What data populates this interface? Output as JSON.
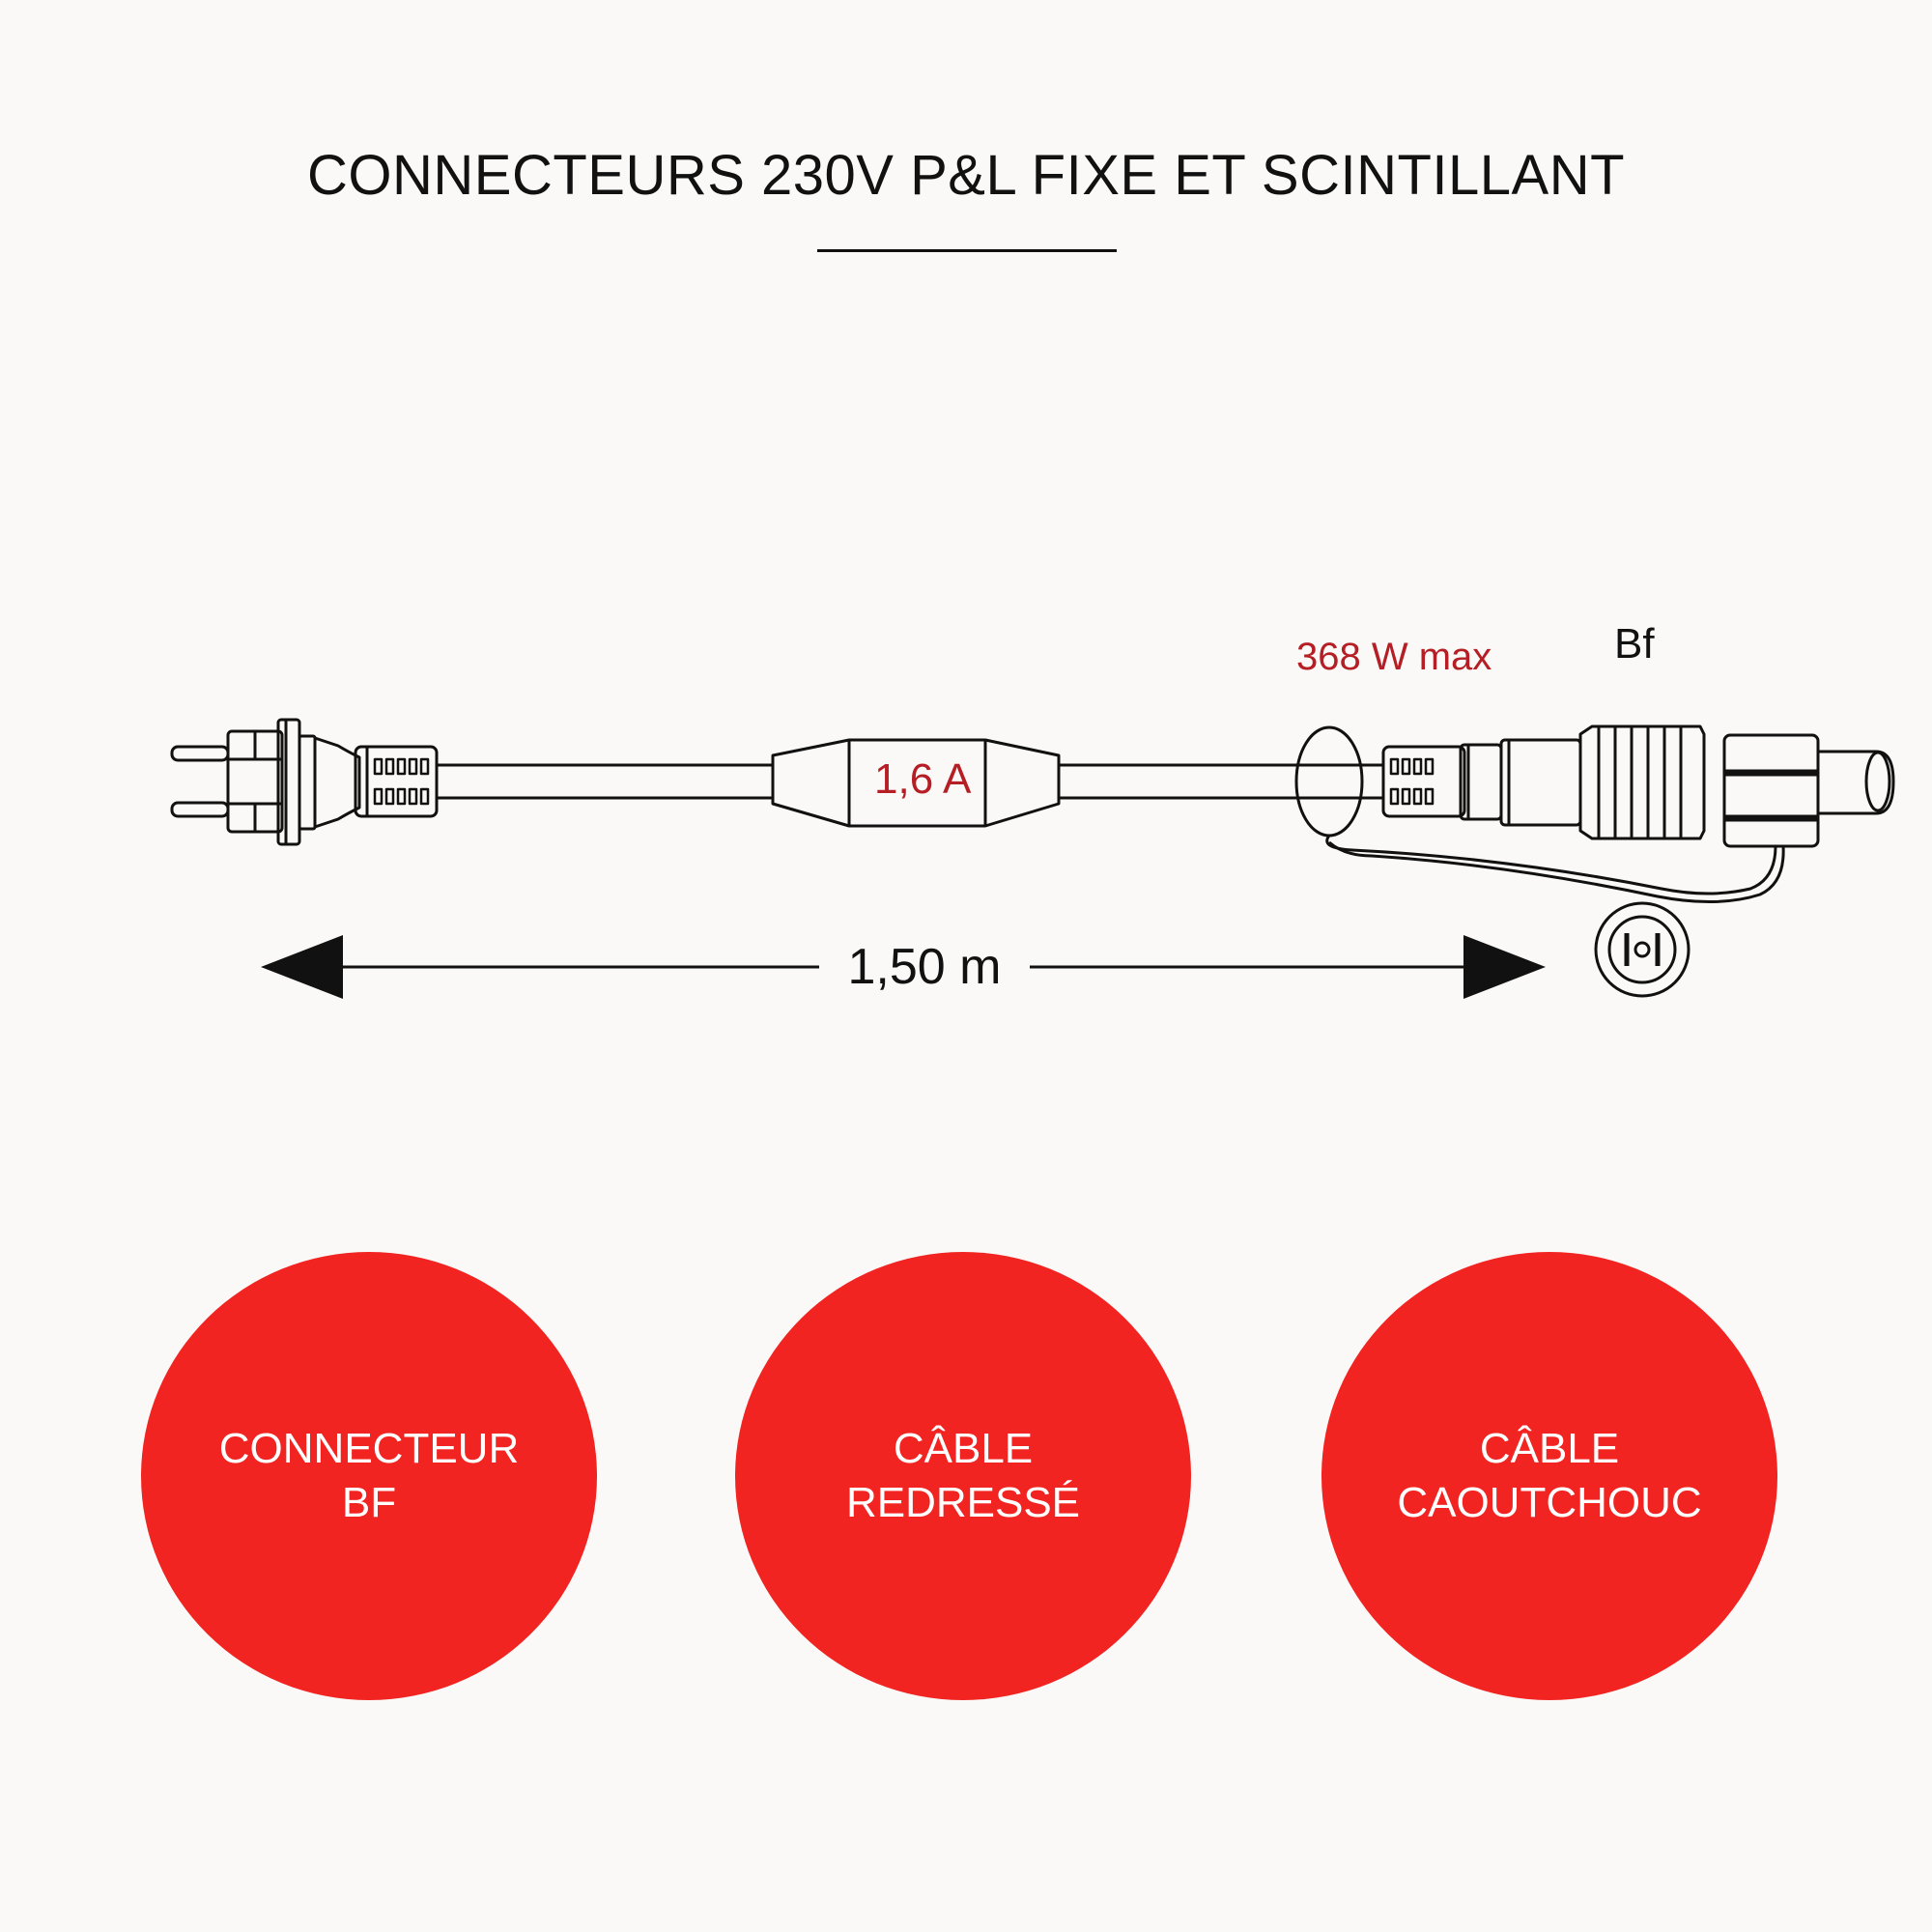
{
  "title": "CONNECTEURS 230V P&L FIXE ET SCINTILLANT",
  "fuse_label": "1,6 A",
  "power_label": "368 W max",
  "connector_label": "Bf",
  "length_label": "1,50 m",
  "features": [
    {
      "line1": "CONNECTEUR",
      "line2": "BF"
    },
    {
      "line1": "CÂBLE",
      "line2": "REDRESSÉ"
    },
    {
      "line1": "CÂBLE",
      "line2": "CAOUTCHOUC"
    }
  ],
  "colors": {
    "accent_red": "#f12421",
    "label_red": "#b51e24",
    "line": "#111111",
    "background": "#faf9f7"
  }
}
